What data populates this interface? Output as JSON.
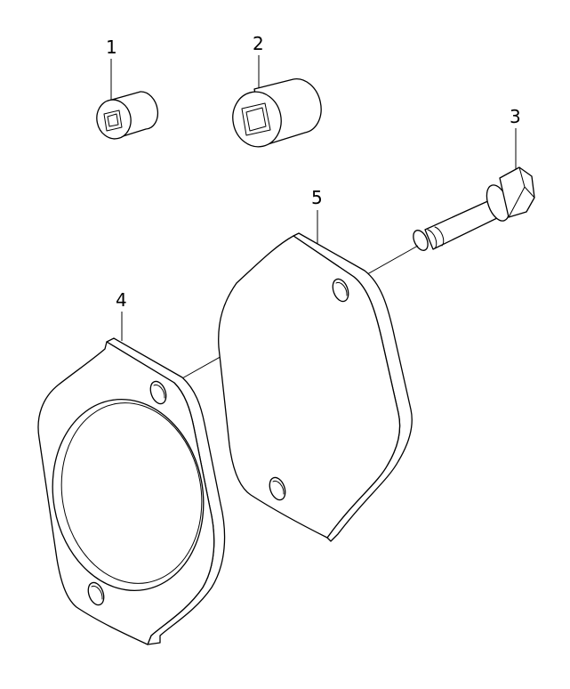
{
  "labels": {
    "part_1": "1",
    "part_2": "2",
    "part_3": "3",
    "part_4": "4",
    "part_5": "5"
  },
  "colors": {
    "line": "#000000",
    "background": "#ffffff"
  }
}
